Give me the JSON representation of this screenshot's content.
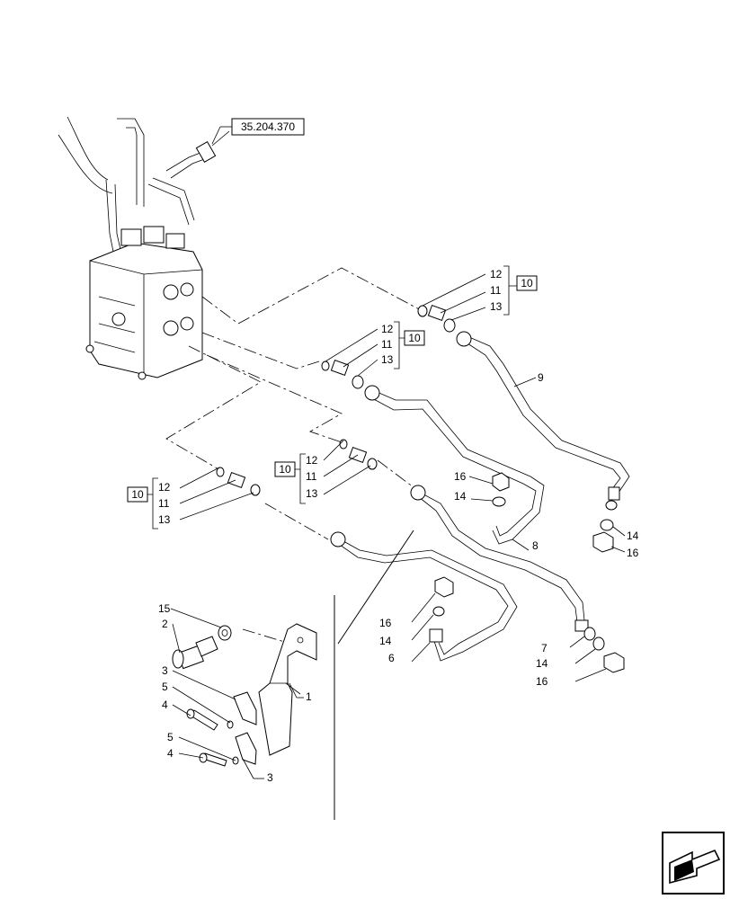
{
  "reference": "35.204.370",
  "callouts": {
    "c1": "1",
    "c2": "2",
    "c3a": "3",
    "c3b": "3",
    "c4a": "4",
    "c4b": "4",
    "c5a": "5",
    "c5b": "5",
    "c6": "6",
    "c7": "7",
    "c8": "8",
    "c9": "9",
    "g1_12": "12",
    "g1_11": "11",
    "g1_13": "13",
    "g1_10": "10",
    "g2_12": "12",
    "g2_11": "11",
    "g2_13": "13",
    "g2_10": "10",
    "g3_12": "12",
    "g3_11": "11",
    "g3_13": "13",
    "g3_10": "10",
    "g4_12": "12",
    "g4_11": "11",
    "g4_13": "13",
    "g4_10": "10",
    "r16a": "16",
    "r14a": "14",
    "r14b": "14",
    "r16b": "16",
    "r16c": "16",
    "r14c": "14",
    "r14d": "14",
    "r16d": "16",
    "r15": "15"
  },
  "icons": {
    "nav": "arrow-nav-icon"
  }
}
